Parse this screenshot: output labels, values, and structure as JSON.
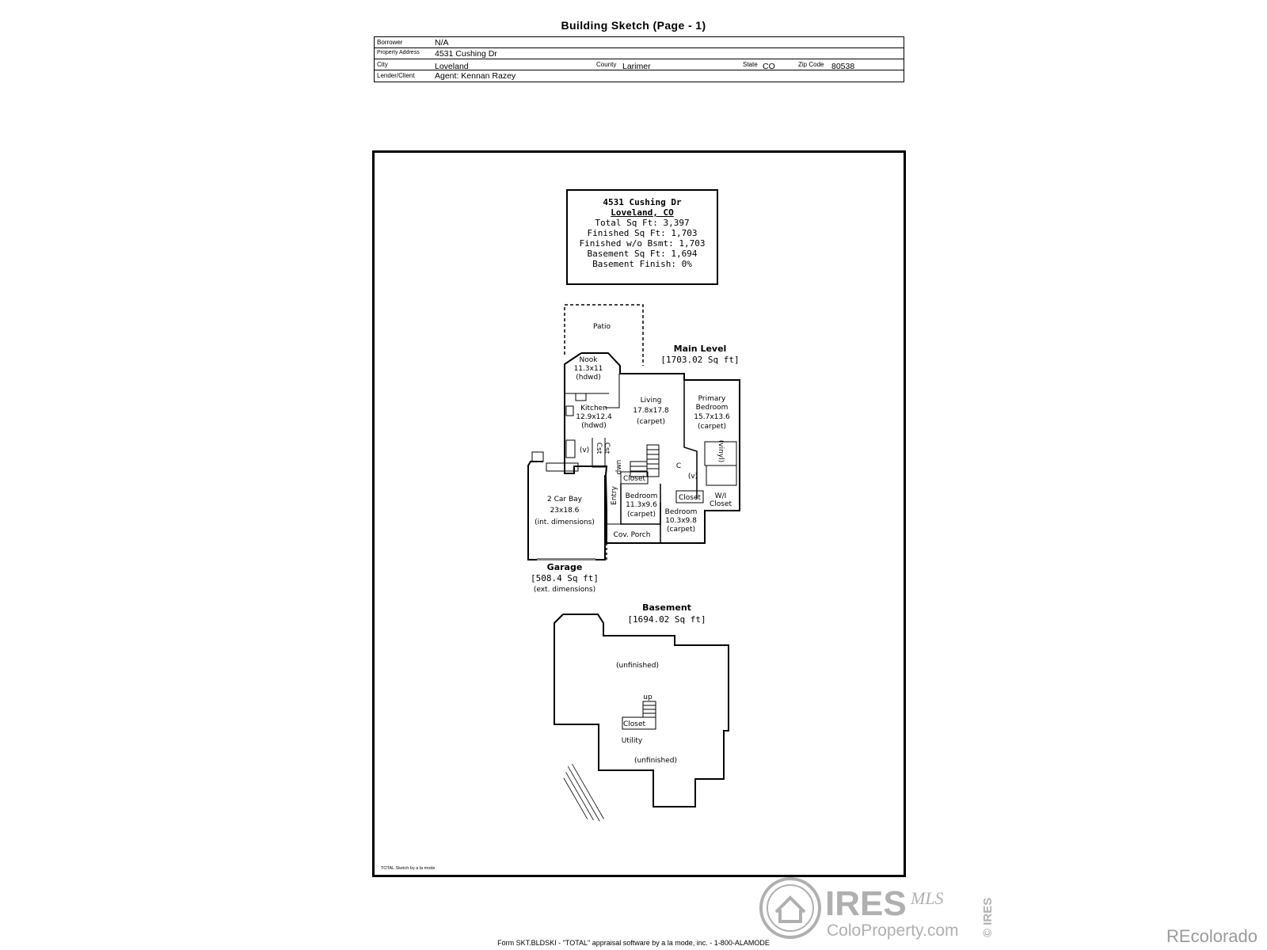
{
  "page_title": "Building Sketch (Page - 1)",
  "header": {
    "borrower_label": "Borrower",
    "borrower_value": "N/A",
    "address_label": "Property Address",
    "address_value": "4531 Cushing Dr",
    "city_label": "City",
    "city_value": "Loveland",
    "county_label": "County",
    "county_value": "Larimer",
    "state_label": "State",
    "state_value": "CO",
    "zip_label": "Zip Code",
    "zip_value": "80538",
    "lender_label": "Lender/Client",
    "lender_value": "Agent: Kennan Razey"
  },
  "summary": {
    "line1": "4531 Cushing Dr",
    "line2": "Loveland, CO",
    "total": "Total Sq Ft: 3,397",
    "finished": "Finished Sq Ft: 1,703",
    "finished_wo_bsmt": "Finished w/o Bsmt: 1,703",
    "basement": "Basement Sq Ft: 1,694",
    "basement_finish": "Basement Finish: 0%"
  },
  "main_level": {
    "title": "Main Level",
    "area": "[1703.02 Sq ft]",
    "rooms": {
      "patio": "Patio",
      "nook": [
        "Nook",
        "11.3x11",
        "(hdwd)"
      ],
      "kitchen": [
        "Kitchen",
        "12.9x12.4",
        "(hdwd)"
      ],
      "living": [
        "Living",
        "17.8x17.8",
        "(carpet)"
      ],
      "primary": [
        "Primary",
        "Bedroom",
        "15.7x13.6",
        "(carpet)"
      ],
      "bedroom1": [
        "Bedroom",
        "11.3x9.6",
        "(carpet)"
      ],
      "bedroom2": [
        "Bedroom",
        "10.3x9.8",
        "(carpet)"
      ],
      "closet": "Closet",
      "wi_closet": [
        "W/I",
        "Closet"
      ],
      "cov_porch": "Cov. Porch",
      "entry": "Entry",
      "dwn": "dwn",
      "vinyl": "(vinyl)",
      "v": "(v)",
      "c": "C",
      "cst": "Cst"
    }
  },
  "garage": {
    "title": "Garage",
    "area": "[508.4 Sq ft]",
    "note": "(ext. dimensions)",
    "bay": [
      "2 Car Bay",
      "23x18.6",
      "(int. dimensions)"
    ]
  },
  "basement": {
    "title": "Basement",
    "area": "[1694.02 Sq ft]",
    "unfinished": "(unfinished)",
    "closet": "Closet",
    "utility": "Utility",
    "up": "up"
  },
  "sketch_credit": "TOTAL Sketch by a la mode",
  "footer_text": "Form SKT.BLDSKI - \"TOTAL\" appraisal software by a la mode, inc. - 1-800-ALAMODE",
  "logo": {
    "ires": "IRES",
    "mls": "MLS",
    "site": "ColoProperty.com",
    "side": "© IRES"
  },
  "watermark": "REcolorado",
  "colors": {
    "line": "#000000",
    "watermark": "#9a9a9a",
    "logo": "#b0b0b0"
  }
}
